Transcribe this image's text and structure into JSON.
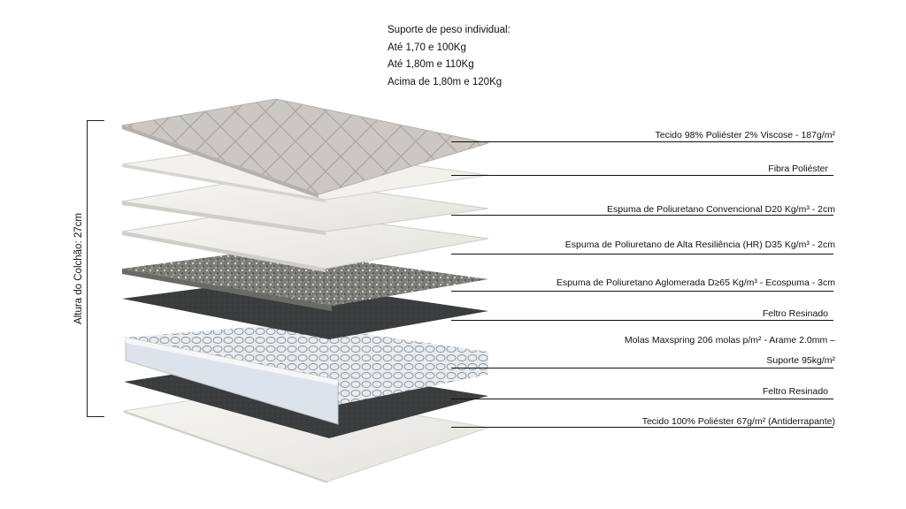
{
  "header": {
    "lines": [
      "Suporte de peso individual:",
      "Até 1,70 e 100Kg",
      "Até 1,80m e 110Kg",
      "Acima de 1,80m e 120Kg"
    ]
  },
  "height_label": "Altura do Colchão: 27cm",
  "callouts": {
    "tecido_topo": "Tecido 98% Poliéster 2% Viscose  - 187g/m²",
    "fibra": "Fibra Poliéster",
    "espuma_d20": "Espuma de Poliuretano Convencional D20 Kg/m³ - 2cm",
    "espuma_hr": "Espuma de Poliuretano de Alta Resiliência (HR) D35 Kg/m³ - 2cm",
    "espuma_aglomerada": "Espuma de Poliuretano Aglomerada D≥65 Kg/m³ - Ecospuma - 3cm",
    "feltro_1": "Feltro Resinado",
    "molas_line1": "Molas Maxspring 206 molas p/m² - Arame 2.0mm –",
    "molas_line2": "Suporte 95kg/m²",
    "feltro_2": "Feltro Resinado",
    "tecido_base": "Tecido 100% Poliéster 67g/m² (Antiderrapante)"
  },
  "colors": {
    "quilt_top": "#c9c6c1",
    "white_foam": "#f1f0ec",
    "aglomerada": "#8a8a87",
    "felt": "#3a3b3d",
    "springs_side": "#dde3ea"
  }
}
